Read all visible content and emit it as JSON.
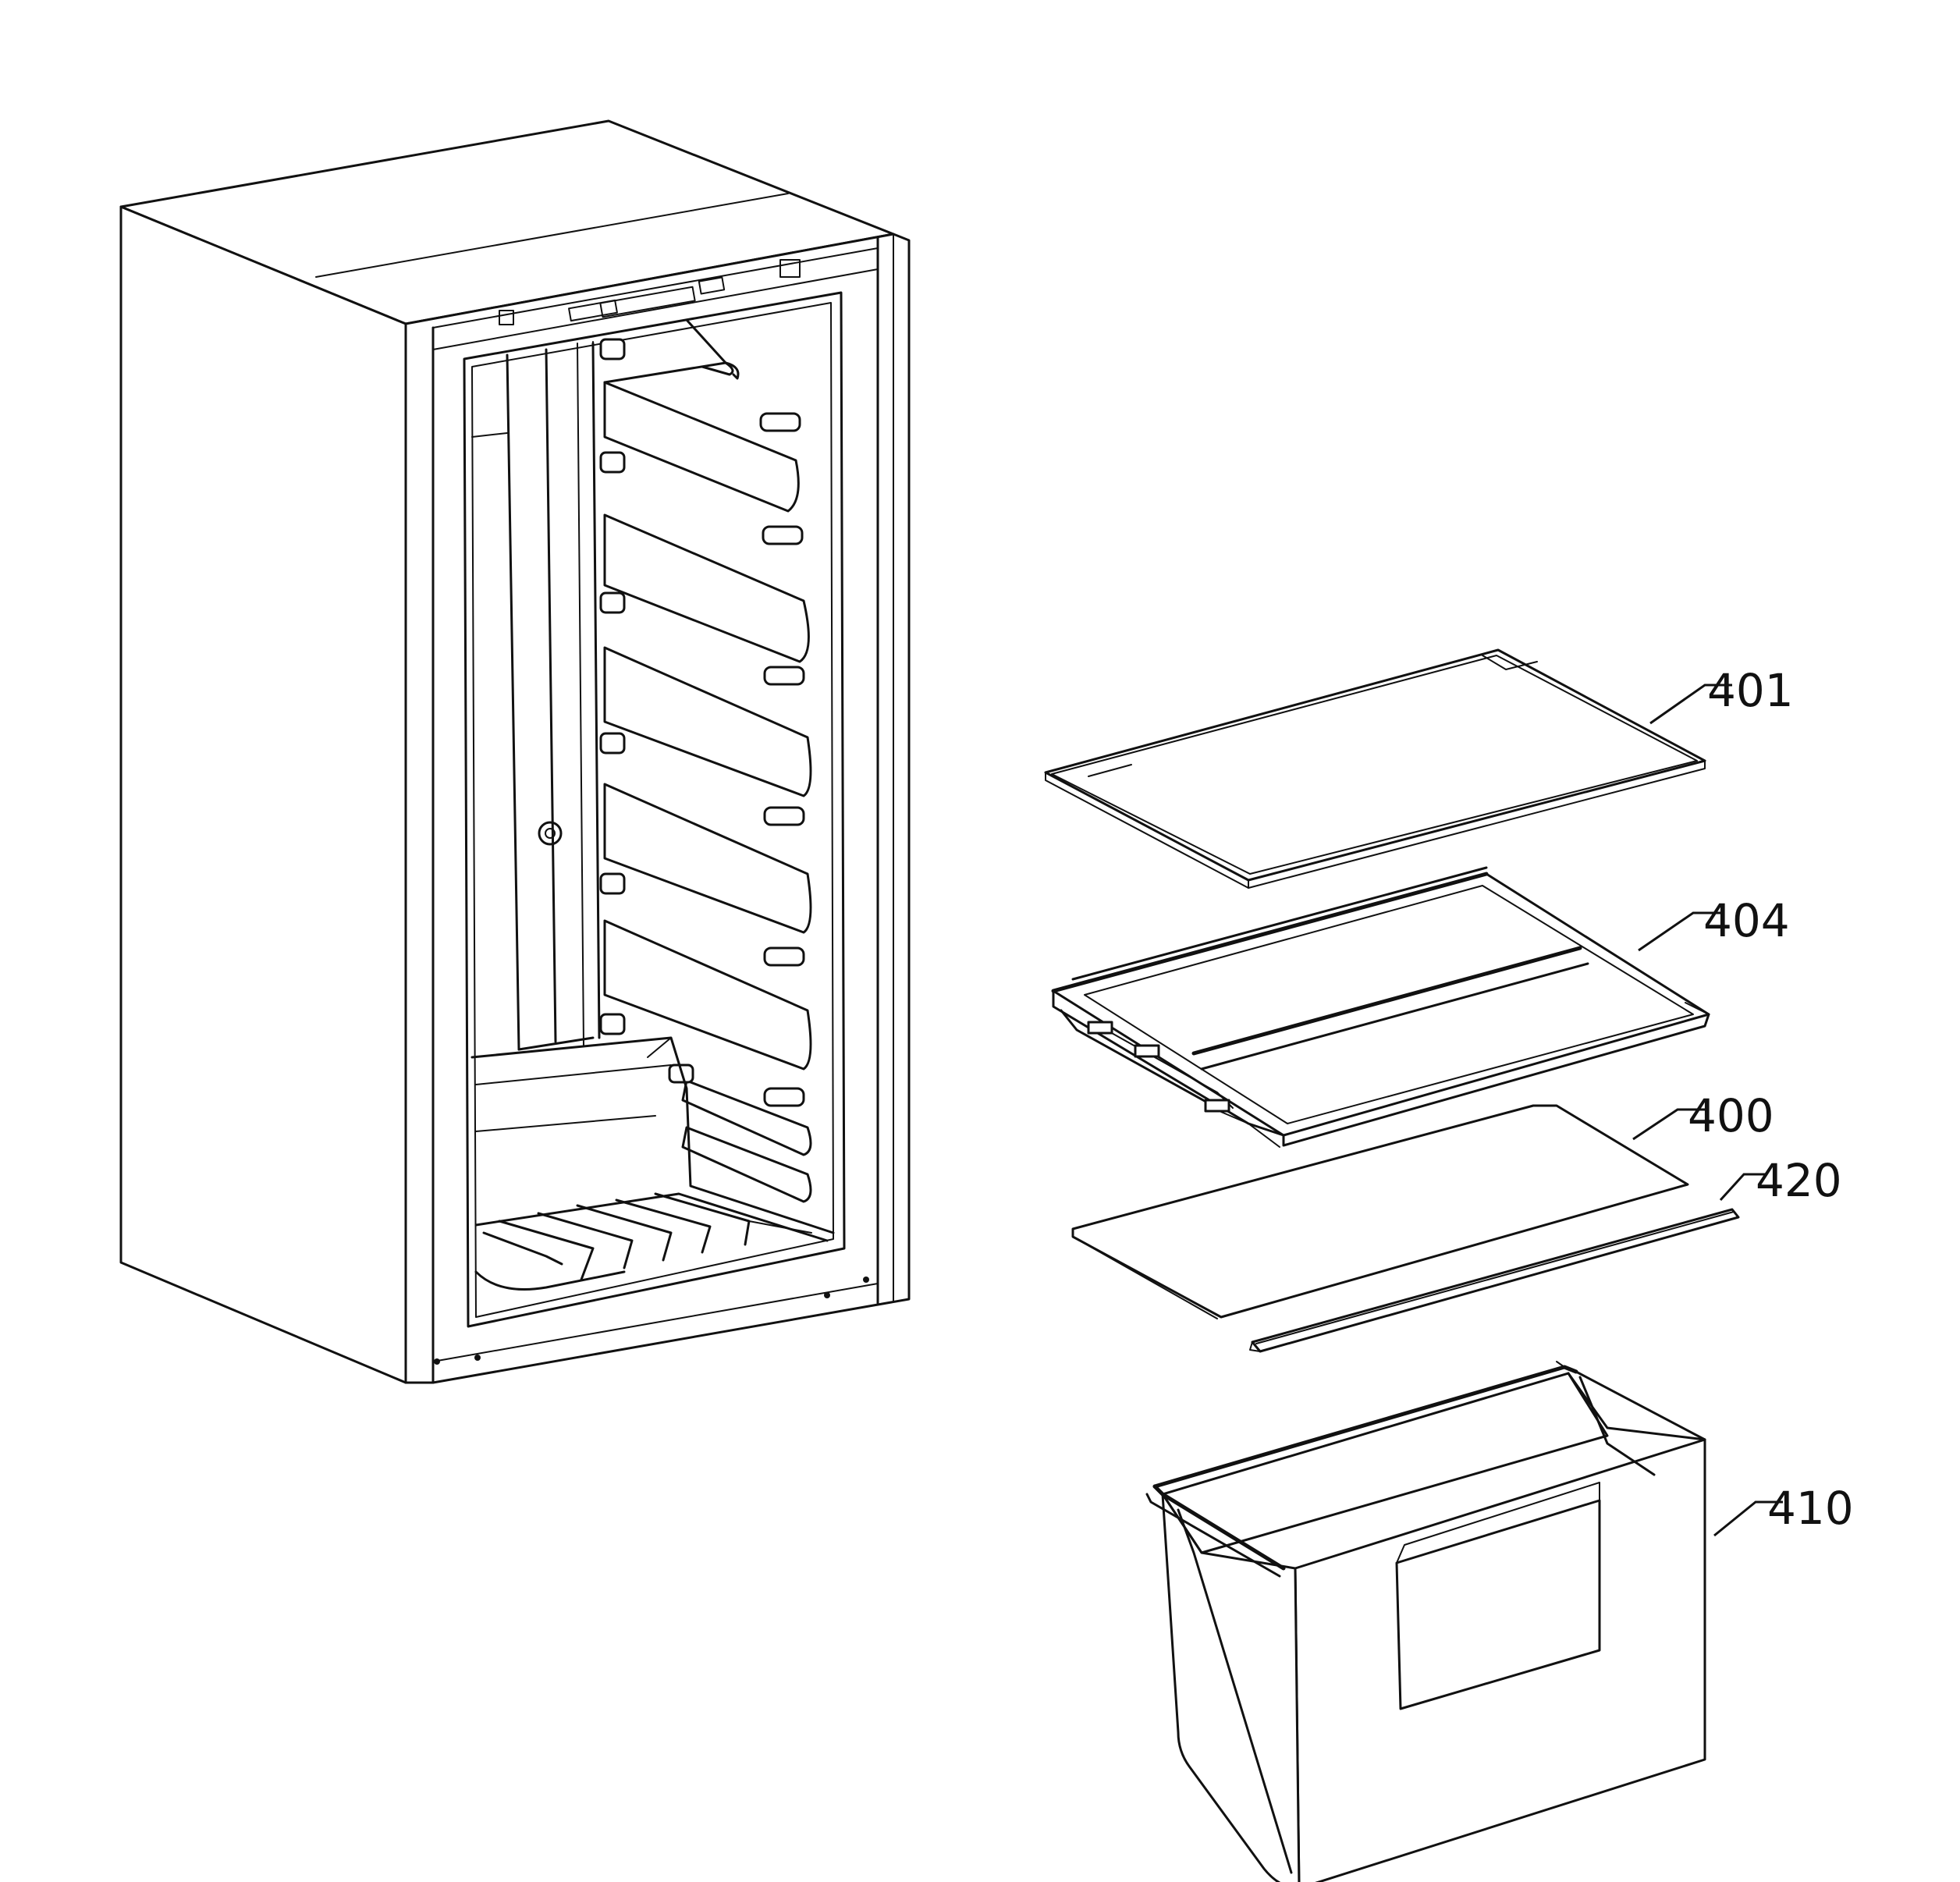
{
  "callouts": [
    {
      "id": "401",
      "label": "401"
    },
    {
      "id": "404",
      "label": "404"
    },
    {
      "id": "400",
      "label": "400"
    },
    {
      "id": "420",
      "label": "420"
    },
    {
      "id": "410",
      "label": "410"
    }
  ],
  "colors": {
    "line": "#111111",
    "background": "#ffffff"
  }
}
